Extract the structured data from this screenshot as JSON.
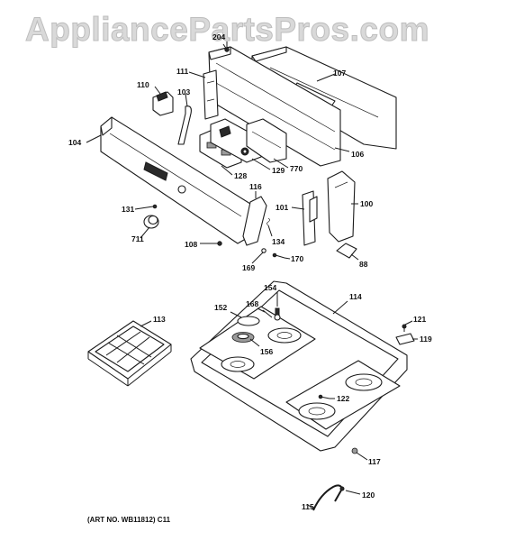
{
  "watermark": "AppliancePartsPros.com",
  "art_number": "(ART NO. WB11812) C11",
  "part_labels": {
    "p204": "204",
    "p107": "107",
    "p111": "111",
    "p110": "110",
    "p103": "103",
    "p104": "104",
    "p106": "106",
    "p770": "770",
    "p129": "129",
    "p128": "128",
    "p116": "116",
    "p101": "101",
    "p100": "100",
    "p131": "131",
    "p711": "711",
    "p134": "134",
    "p108": "108",
    "p170": "170",
    "p169": "169",
    "p88": "88",
    "p154": "154",
    "p168": "168",
    "p152": "152",
    "p114": "114",
    "p113": "113",
    "p156": "156",
    "p121": "121",
    "p119": "119",
    "p122": "122",
    "p117": "117",
    "p120": "120",
    "p115": "115"
  }
}
